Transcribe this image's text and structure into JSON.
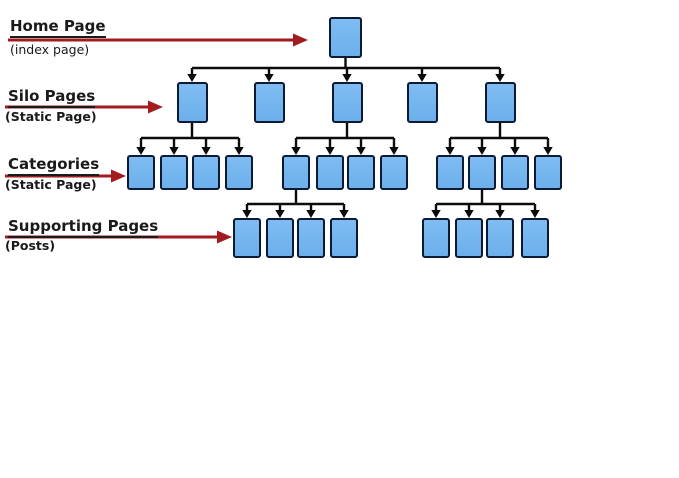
{
  "page": {
    "background": "#ffffff"
  },
  "colors": {
    "node_fill": "#74b5f0",
    "node_border": "#0c1a33",
    "connector": "#0b0b0b",
    "label_arrow": "#a31b1e",
    "text": "#1a1a1a"
  },
  "labels": [
    {
      "id": "home",
      "title": "Home Page",
      "subtitle": "(index page)"
    },
    {
      "id": "silo",
      "title": "Silo Pages",
      "subtitle": "(Static Page)"
    },
    {
      "id": "categories",
      "title": "Categories",
      "subtitle": "(Static Page)"
    },
    {
      "id": "supporting",
      "title": "Supporting Pages",
      "subtitle": "(Posts)"
    }
  ],
  "chart_data": {
    "type": "diagram",
    "title": "Website silo structure",
    "levels": [
      {
        "name": "Home Page",
        "note": "(index page)",
        "node_count": 1
      },
      {
        "name": "Silo Pages",
        "note": "(Static Page)",
        "node_count": 5
      },
      {
        "name": "Categories",
        "note": "(Static Page)",
        "node_count": 12
      },
      {
        "name": "Supporting Pages",
        "note": "(Posts)",
        "node_count": 8
      }
    ],
    "category_groups": [
      {
        "parent_silo": 1,
        "nodes": 4
      },
      {
        "parent_silo": 3,
        "nodes": 4
      },
      {
        "parent_silo": 5,
        "nodes": 4
      }
    ],
    "supporting_groups": [
      {
        "parent_category_group": 2,
        "parent_node": 1,
        "nodes": 4
      },
      {
        "parent_category_group": 3,
        "parent_node": 2,
        "nodes": 4
      }
    ]
  }
}
